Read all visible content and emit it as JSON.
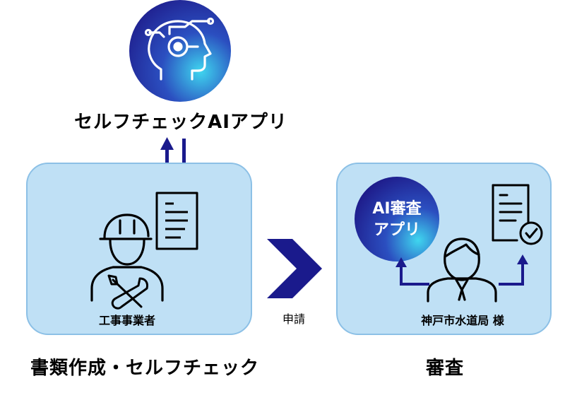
{
  "top_app": {
    "label": "セルフチェックAIアプリ",
    "icon": "ai-head-icon"
  },
  "left_panel": {
    "person_label": "工事事業者",
    "caption": "書類作成・セルフチェック",
    "icons": [
      "document-icon",
      "worker-helmet-icon",
      "wrench-screwdriver-icon"
    ]
  },
  "center": {
    "label": "申請",
    "icon": "chevron-right-icon"
  },
  "right_panel": {
    "circle_line1": "AI審査",
    "circle_line2": "アプリ",
    "person_label": "神戸市水道局 様",
    "caption": "審査",
    "icons": [
      "document-check-icon",
      "official-person-icon"
    ]
  },
  "colors": {
    "panel_fill": "#bfe0f5",
    "panel_stroke": "#8cc0e6",
    "accent_navy": "#1a1a8c",
    "gradient_dark": "#1e1b8a",
    "gradient_light": "#2ec6e8"
  }
}
